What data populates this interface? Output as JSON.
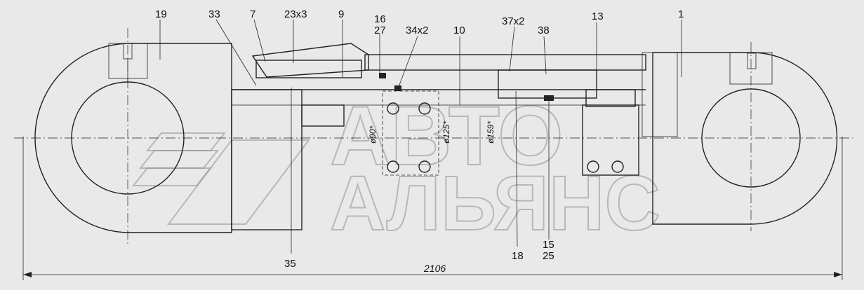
{
  "callouts": [
    "19",
    "33",
    "7",
    "23x3",
    "9",
    "16",
    "27",
    "34x2",
    "10",
    "37x2",
    "38",
    "13",
    "1",
    "35",
    "18",
    "15",
    "25"
  ],
  "diameters": [
    "ø90*",
    "ø125*",
    "ø159*"
  ],
  "overall_length": "2106",
  "watermark": {
    "line1": "АВТО",
    "line2": "АЛЬЯНС"
  },
  "colors": {
    "background": "#e9e9e9",
    "line": "#222222"
  }
}
